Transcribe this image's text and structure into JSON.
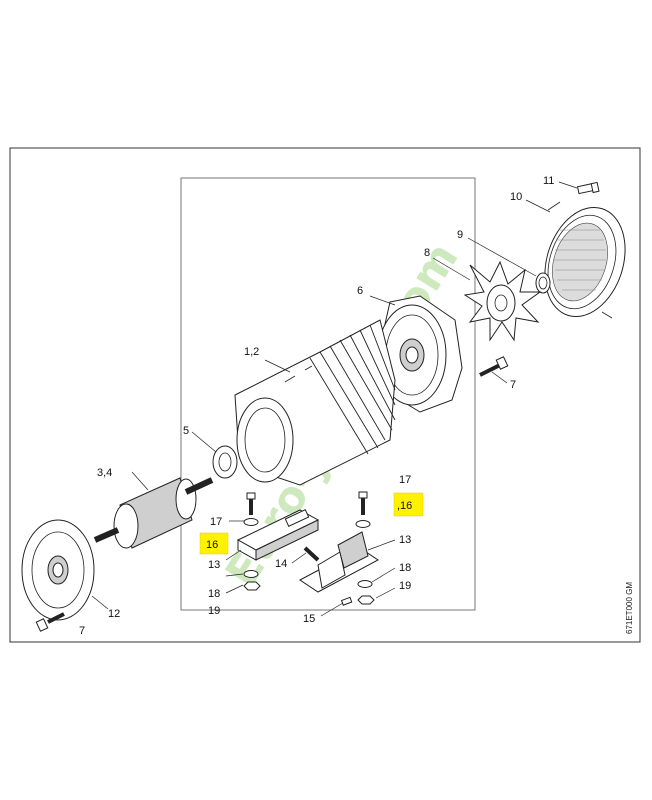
{
  "diagram_code": "671ET000 GM",
  "watermark": "Euro-jardin.com",
  "highlight_color": "#fff200",
  "callouts": {
    "c11": "11",
    "c10": "10",
    "c9": "9",
    "c8": "8",
    "c6": "6",
    "c7_right": "7",
    "c12": "1,2",
    "c5": "5",
    "c34": "3,4",
    "c17_left": "17",
    "c16_left": "16",
    "c13_left": "13",
    "c18_left": "18",
    "c19_left": "19",
    "c14": "14",
    "c15": "15",
    "c17_right": "17",
    "c16_right": ",16",
    "c13_right": "13",
    "c18_right": "18",
    "c19_right": "19",
    "c12_flange": "12",
    "c7_left": "7"
  }
}
